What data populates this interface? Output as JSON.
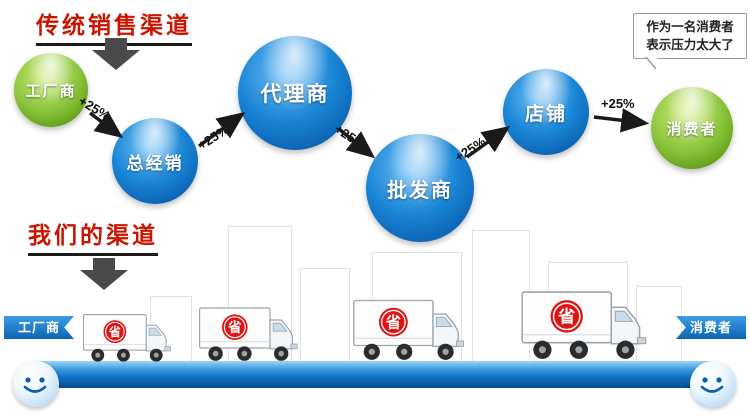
{
  "top": {
    "title": "传统销售渠道",
    "increase_label": "+25%",
    "nodes": [
      {
        "label": "工厂商"
      },
      {
        "label": "总经销"
      },
      {
        "label": "代理商"
      },
      {
        "label": "批发商"
      },
      {
        "label": "店铺"
      },
      {
        "label": "消费者"
      }
    ],
    "bubble": {
      "line1": "作为一名消费者",
      "line2": "表示压力太大了"
    }
  },
  "bottom": {
    "title": "我们的渠道",
    "left_label": "工厂商",
    "right_label": "消费者",
    "truck_badge": "省"
  },
  "colors": {
    "title_red": "#c81400",
    "ball_blue": "#1a85d6",
    "ball_green": "#8cc63e",
    "bar_blue": "#0e6fc1",
    "badge_red": "#e01212",
    "arrow_black": "#1a1a1a"
  }
}
